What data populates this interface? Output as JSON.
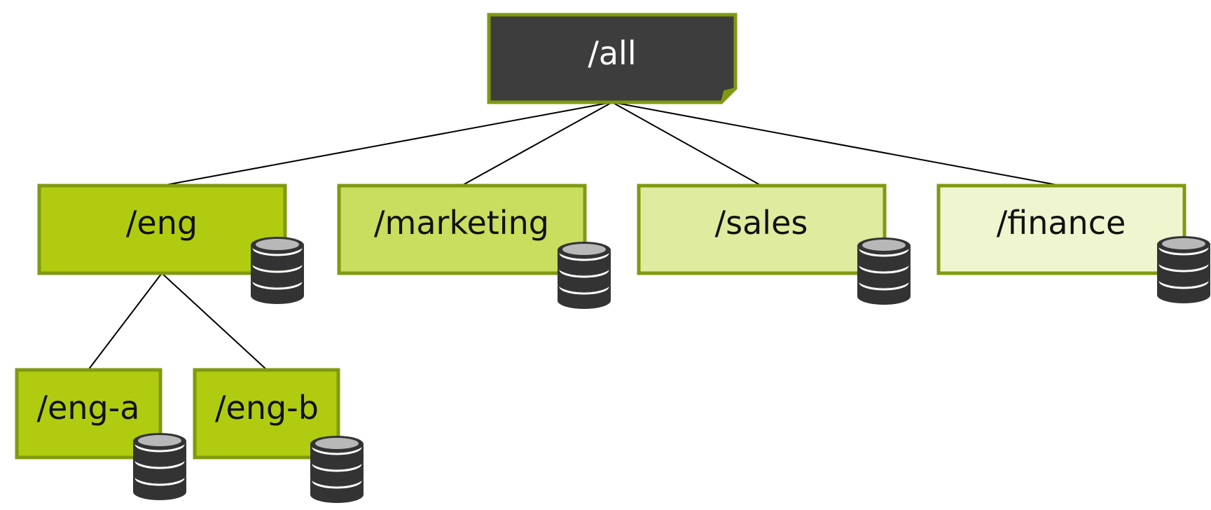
{
  "colors": {
    "border": "#7f9a10",
    "root_fill": "#3d3d3d",
    "root_text": "#ffffff",
    "node_text": "#111111",
    "connector": "#000000",
    "db_dark": "#333333",
    "db_top": "#b8b8b8"
  },
  "root": {
    "label": "/all",
    "fill": "#3d3d3d",
    "icon": "folded-corner-note"
  },
  "level1": [
    {
      "label": "/eng",
      "fill": "#b1cc10",
      "icon": "database-icon"
    },
    {
      "label": "/marketing",
      "fill": "#c9dd5e",
      "icon": "database-icon"
    },
    {
      "label": "/sales",
      "fill": "#dfeb9e",
      "icon": "database-icon"
    },
    {
      "label": "/finance",
      "fill": "#eff6cf",
      "icon": "database-icon"
    }
  ],
  "level2": [
    {
      "label": "/eng-a",
      "fill": "#b1cc10",
      "parent": "/eng",
      "icon": "database-icon"
    },
    {
      "label": "/eng-b",
      "fill": "#b1cc10",
      "parent": "/eng",
      "icon": "database-icon"
    }
  ]
}
